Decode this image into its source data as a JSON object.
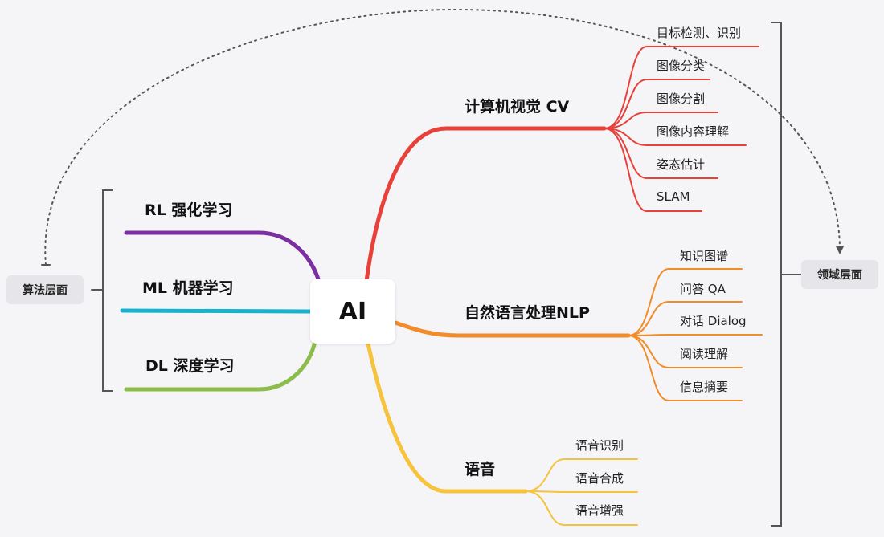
{
  "center": {
    "label": "AI"
  },
  "colors": {
    "cv": "#e8413a",
    "nlp": "#f08c2a",
    "speech": "#f6c33c",
    "rl": "#7b2fa0",
    "ml": "#17b2cf",
    "dl": "#8cbd4a",
    "bracket": "#555555",
    "arrow": "#555555"
  },
  "algorithm_level": {
    "label": "算法层面",
    "branches": [
      {
        "label": "RL 强化学习"
      },
      {
        "label": "ML 机器学习"
      },
      {
        "label": "DL 深度学习"
      }
    ]
  },
  "domain_level": {
    "label": "领域层面",
    "branches": [
      {
        "label": "计算机视觉 CV",
        "leaves": [
          "目标检测、识别",
          "图像分类",
          "图像分割",
          "图像内容理解",
          "姿态估计",
          "SLAM"
        ]
      },
      {
        "label": "自然语言处理NLP",
        "leaves": [
          "知识图谱",
          "问答 QA",
          "对话 Dialog",
          "阅读理解",
          "信息摘要"
        ]
      },
      {
        "label": "语音",
        "leaves": [
          "语音识别",
          "语音合成",
          "语音增强"
        ]
      }
    ]
  }
}
